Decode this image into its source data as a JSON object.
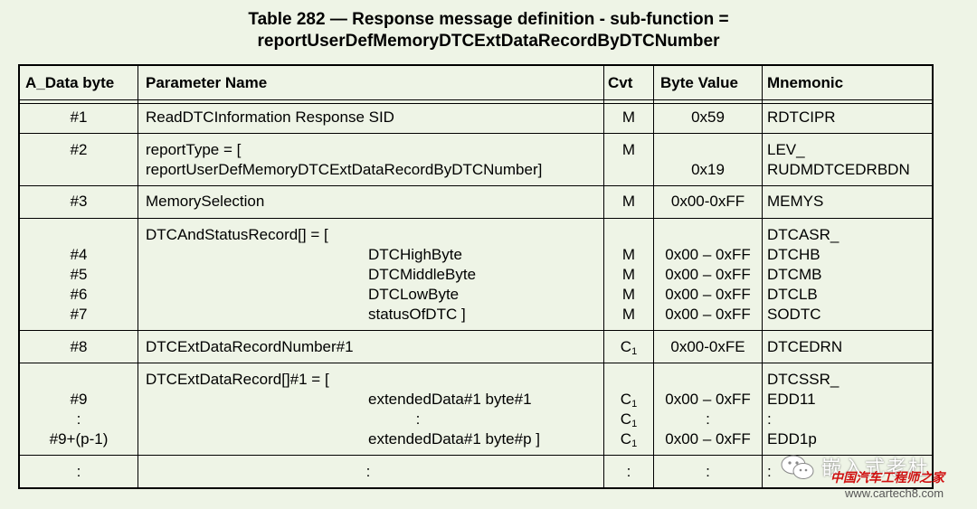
{
  "title": {
    "line1": "Table 282 — Response message definition - sub-function =",
    "line2": "reportUserDefMemoryDTCExtDataRecordByDTCNumber"
  },
  "headers": {
    "byte": "A_Data byte",
    "param": "Parameter Name",
    "cvt": "Cvt",
    "value": "Byte Value",
    "mnemonic": "Mnemonic"
  },
  "rows": {
    "r1": {
      "byte": "#1",
      "param": "ReadDTCInformation Response SID",
      "cvt": "M",
      "value": "0x59",
      "mnemonic": "RDTCIPR"
    },
    "r2": {
      "byte": "#2",
      "param1": "reportType = [",
      "param2": "reportUserDefMemoryDTCExtDataRecordByDTCNumber]",
      "cvt": "M",
      "value": "0x19",
      "mnemonic1": "LEV_",
      "mnemonic2": "RUDMDTCEDRBDN"
    },
    "r3": {
      "byte": "#3",
      "param": "MemorySelection",
      "cvt": "M",
      "value": "0x00-0xFF",
      "mnemonic": "MEMYS"
    },
    "r4": {
      "param_head": "DTCAndStatusRecord[] = [",
      "mnemonic_head": "DTCASR_",
      "items": [
        {
          "byte": "#4",
          "param": "DTCHighByte",
          "cvt": "M",
          "value": "0x00 – 0xFF",
          "mnemonic": "DTCHB"
        },
        {
          "byte": "#5",
          "param": "DTCMiddleByte",
          "cvt": "M",
          "value": "0x00 – 0xFF",
          "mnemonic": "DTCMB"
        },
        {
          "byte": "#6",
          "param": "DTCLowByte",
          "cvt": "M",
          "value": "0x00 – 0xFF",
          "mnemonic": "DTCLB"
        },
        {
          "byte": "#7",
          "param": "statusOfDTC ]",
          "cvt": "M",
          "value": "0x00 – 0xFF",
          "mnemonic": "SODTC"
        }
      ]
    },
    "r5": {
      "byte": "#8",
      "param": "DTCExtDataRecordNumber#1",
      "cvt": "C",
      "cvt_sub": "1",
      "value": "0x00-0xFE",
      "mnemonic": "DTCEDRN"
    },
    "r6": {
      "param_head": "DTCExtDataRecord[]#1 = [",
      "mnemonic_head": "DTCSSR_",
      "items": [
        {
          "byte": "#9",
          "param": "extendedData#1 byte#1",
          "cvt": "C",
          "cvt_sub": "1",
          "value": "0x00 – 0xFF",
          "mnemonic": "EDD11"
        },
        {
          "byte": ":",
          "param": ":",
          "cvt": "C",
          "cvt_sub": "1",
          "value": ":",
          "mnemonic": ":"
        },
        {
          "byte": "#9+(p-1)",
          "param": "extendedData#1 byte#p ]",
          "cvt": "C",
          "cvt_sub": "1",
          "value": "0x00 – 0xFF",
          "mnemonic": "EDD1p"
        }
      ]
    },
    "r7": {
      "byte": ":",
      "param": ":",
      "cvt": ":",
      "value": ":",
      "mnemonic": ":"
    }
  },
  "watermark": {
    "line1": "嵌入式老杜",
    "line2": "中国汽车工程师之家",
    "line3": "www.cartech8.com",
    "icon": "wechat-icon"
  }
}
